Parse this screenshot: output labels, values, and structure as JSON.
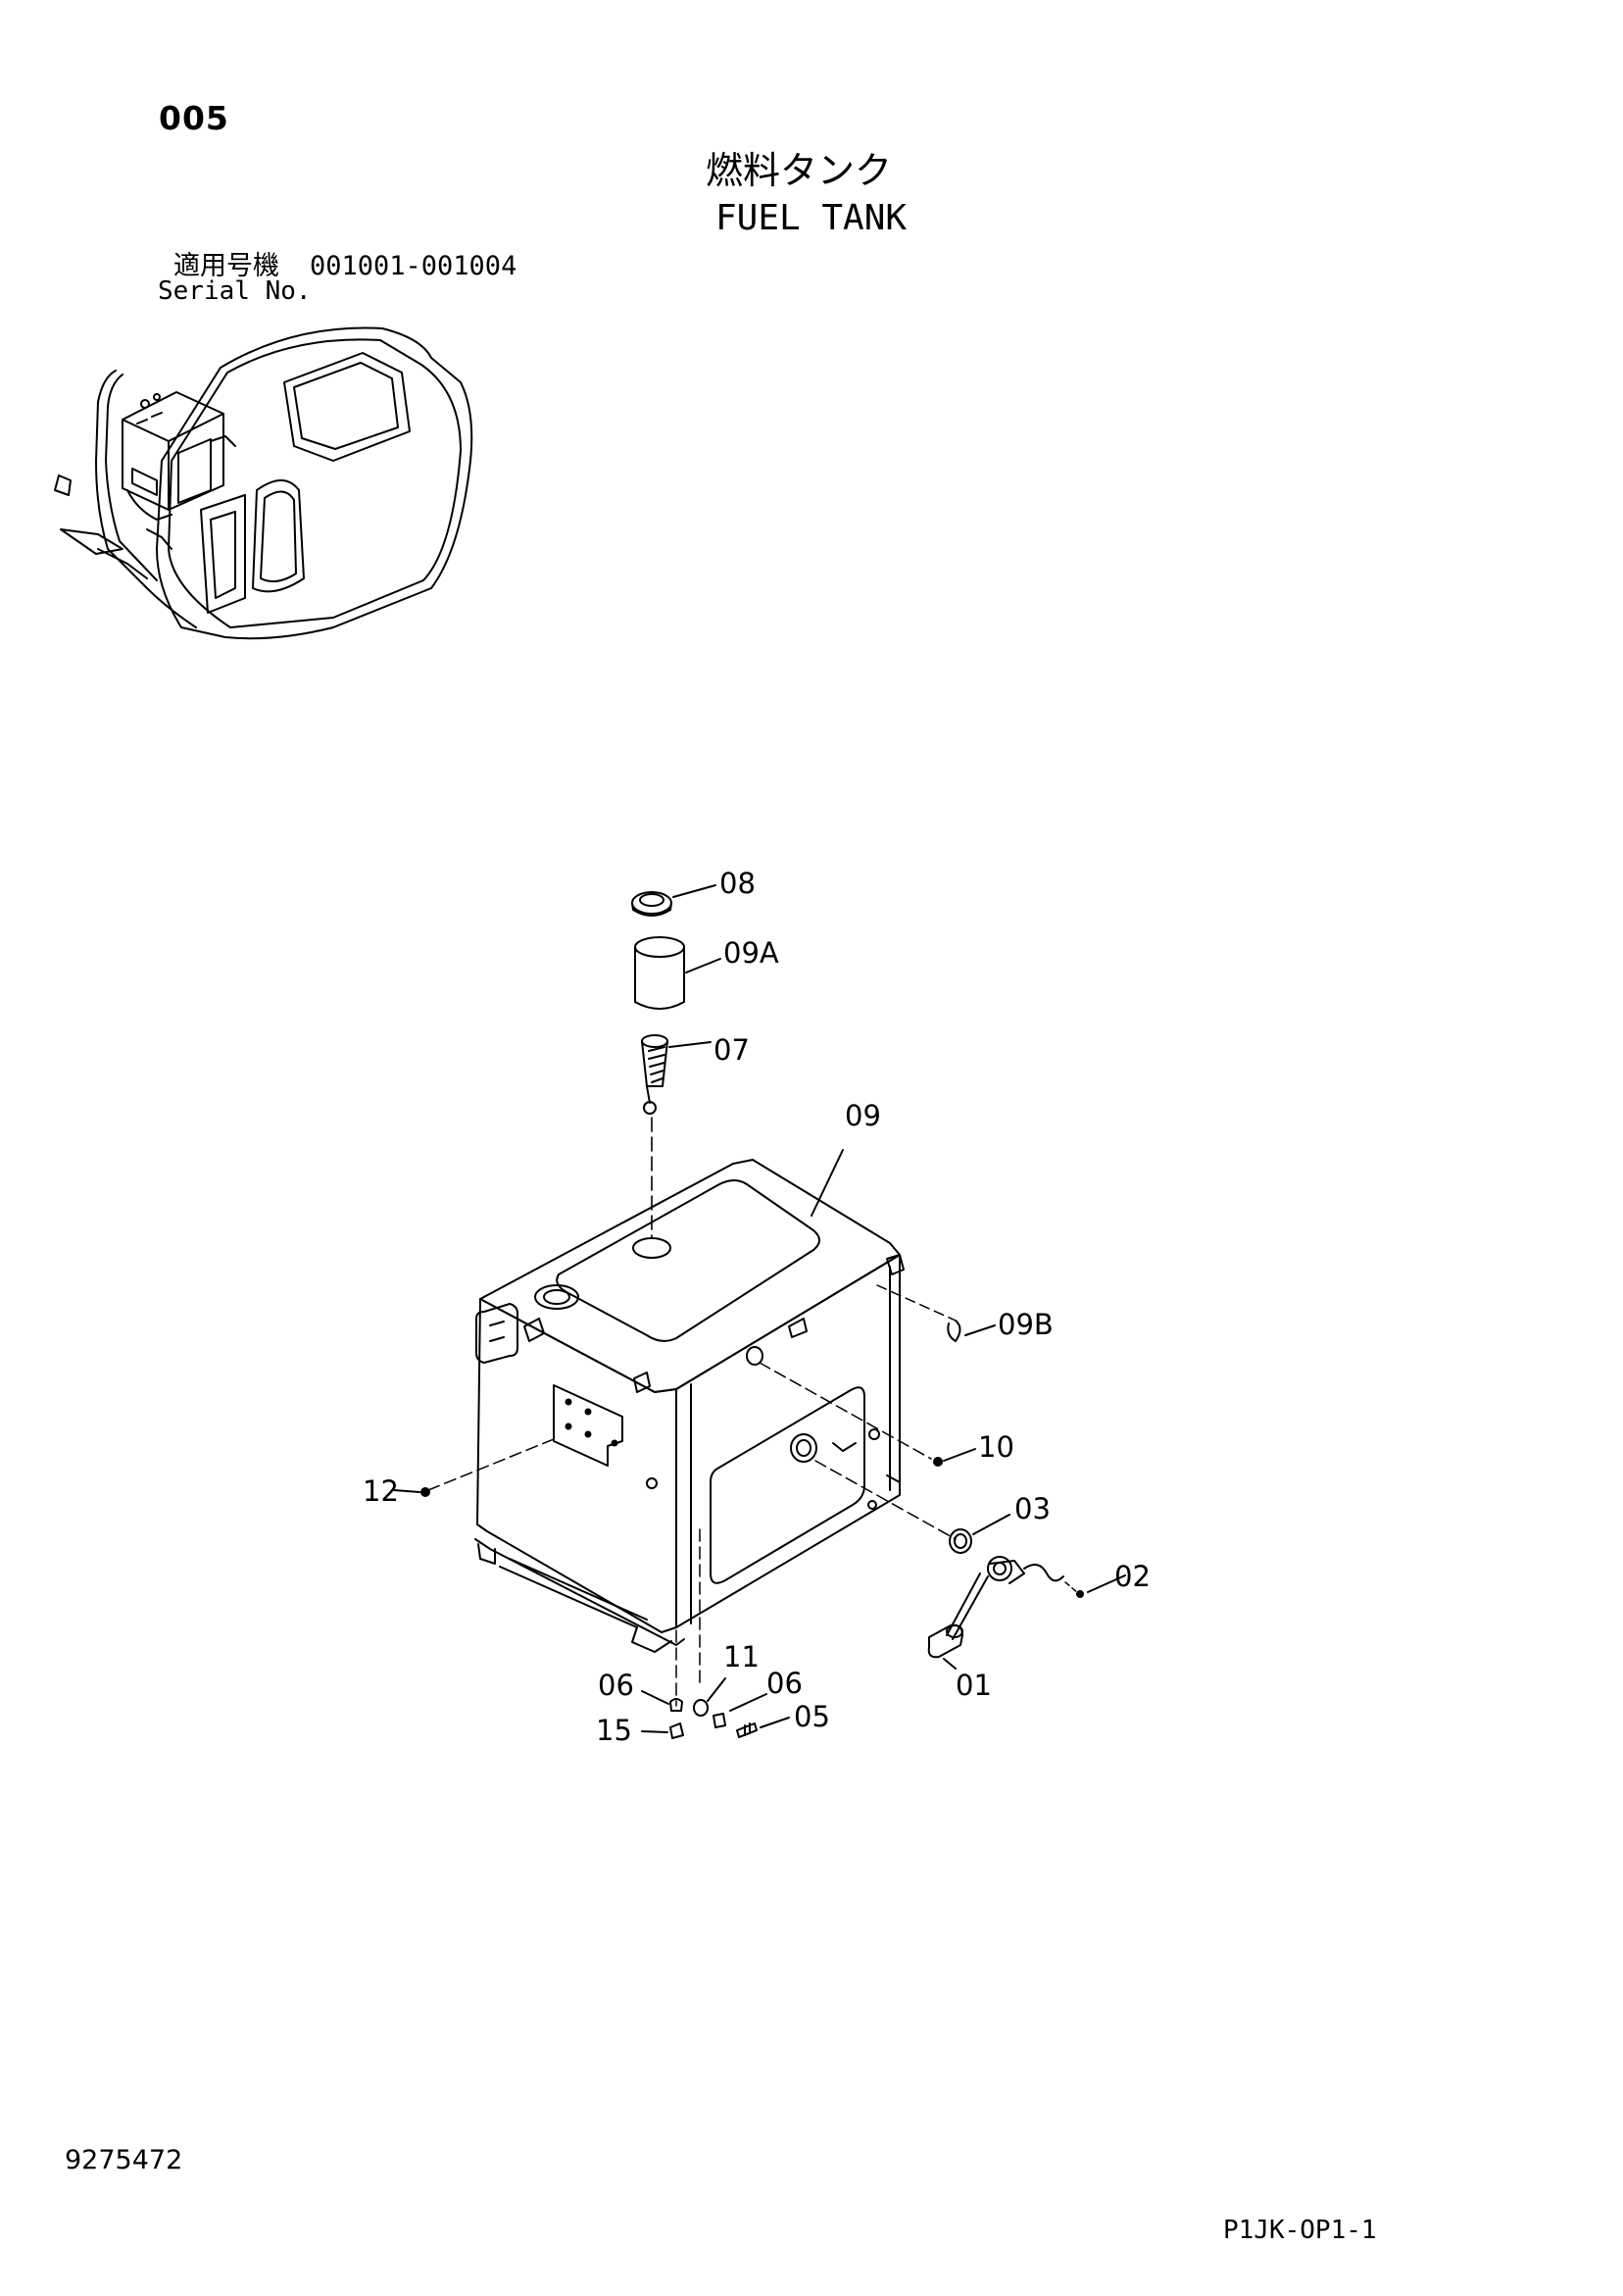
{
  "page": {
    "page_number": "005",
    "title_jp": "燃料タンク",
    "title_en": "FUEL TANK",
    "serial_label_jp": "適用号機",
    "serial_range": "001001-001004",
    "serial_label_en": "Serial No.",
    "document_number": "9275472",
    "sheet_code": "P1JK-OP1-1"
  },
  "callouts": {
    "c08": "08",
    "c09A": "09A",
    "c07": "07",
    "c09": "09",
    "c09B": "09B",
    "c10": "10",
    "c12": "12",
    "c03": "03",
    "c02": "02",
    "c01": "01",
    "c11": "11",
    "c06a": "06",
    "c06b": "06",
    "c05": "05",
    "c15": "15"
  }
}
